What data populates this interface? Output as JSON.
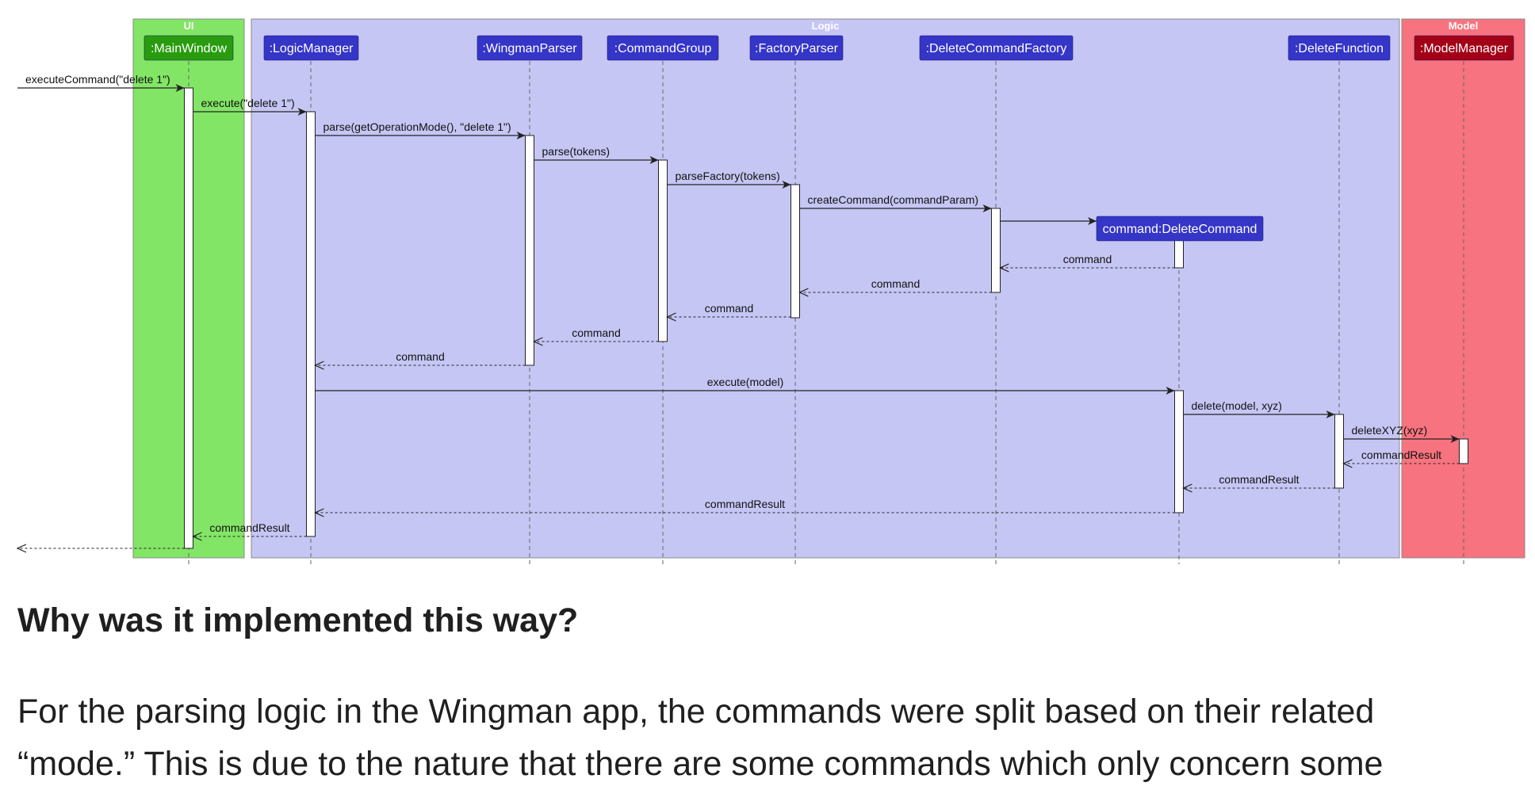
{
  "diagram": {
    "groups": [
      {
        "id": "ui",
        "title": "UI",
        "color": "#82e566"
      },
      {
        "id": "logic",
        "title": "Logic",
        "color": "#c6c6f5"
      },
      {
        "id": "model",
        "title": "Model",
        "color": "#f7737f"
      }
    ],
    "participants": [
      {
        "id": "mainwindow",
        "label": ":MainWindow",
        "color": "#289c0e"
      },
      {
        "id": "logicmanager",
        "label": ":LogicManager",
        "color": "#3535c8"
      },
      {
        "id": "wingmanparser",
        "label": ":WingmanParser",
        "color": "#3535c8"
      },
      {
        "id": "commandgroup",
        "label": ":CommandGroup",
        "color": "#3535c8"
      },
      {
        "id": "factoryparser",
        "label": ":FactoryParser",
        "color": "#3535c8"
      },
      {
        "id": "deletecommandfactory",
        "label": ":DeleteCommandFactory",
        "color": "#3535c8"
      },
      {
        "id": "deletecommand",
        "label": "command:DeleteCommand",
        "color": "#3535c8"
      },
      {
        "id": "deletefunction",
        "label": ":DeleteFunction",
        "color": "#3535c8"
      },
      {
        "id": "modelmanager",
        "label": ":ModelManager",
        "color": "#a30017"
      }
    ],
    "messages": [
      {
        "from": "external",
        "to": "mainwindow",
        "label": "executeCommand(\"delete 1\")",
        "kind": "call"
      },
      {
        "from": "mainwindow",
        "to": "logicmanager",
        "label": "execute(\"delete 1\")",
        "kind": "call"
      },
      {
        "from": "logicmanager",
        "to": "wingmanparser",
        "label": "parse(getOperationMode(), \"delete 1\")",
        "kind": "call"
      },
      {
        "from": "wingmanparser",
        "to": "commandgroup",
        "label": "parse(tokens)",
        "kind": "call"
      },
      {
        "from": "commandgroup",
        "to": "factoryparser",
        "label": "parseFactory(tokens)",
        "kind": "call"
      },
      {
        "from": "factoryparser",
        "to": "deletecommandfactory",
        "label": "createCommand(commandParam)",
        "kind": "call"
      },
      {
        "from": "deletecommandfactory",
        "to": "deletecommand",
        "label": "",
        "kind": "create"
      },
      {
        "from": "deletecommand",
        "to": "deletecommandfactory",
        "label": "command",
        "kind": "return"
      },
      {
        "from": "deletecommandfactory",
        "to": "factoryparser",
        "label": "command",
        "kind": "return"
      },
      {
        "from": "factoryparser",
        "to": "commandgroup",
        "label": "command",
        "kind": "return"
      },
      {
        "from": "commandgroup",
        "to": "wingmanparser",
        "label": "command",
        "kind": "return"
      },
      {
        "from": "wingmanparser",
        "to": "logicmanager",
        "label": "command",
        "kind": "return"
      },
      {
        "from": "logicmanager",
        "to": "deletecommand",
        "label": "execute(model)",
        "kind": "call"
      },
      {
        "from": "deletecommand",
        "to": "deletefunction",
        "label": "delete(model, xyz)",
        "kind": "call"
      },
      {
        "from": "deletefunction",
        "to": "modelmanager",
        "label": "deleteXYZ(xyz)",
        "kind": "call"
      },
      {
        "from": "modelmanager",
        "to": "deletefunction",
        "label": "commandResult",
        "kind": "return"
      },
      {
        "from": "deletefunction",
        "to": "deletecommand",
        "label": "commandResult",
        "kind": "return"
      },
      {
        "from": "deletecommand",
        "to": "logicmanager",
        "label": "commandResult",
        "kind": "return"
      },
      {
        "from": "logicmanager",
        "to": "mainwindow",
        "label": "commandResult",
        "kind": "return"
      },
      {
        "from": "mainwindow",
        "to": "external",
        "label": "",
        "kind": "return"
      }
    ]
  },
  "section": {
    "heading": "Why was it implemented this way?",
    "paragraph_lines": [
      "For the parsing logic in the Wingman app, the commands were split based on their related",
      "“mode.” This is due to the nature that there are some commands which only concern some"
    ]
  }
}
